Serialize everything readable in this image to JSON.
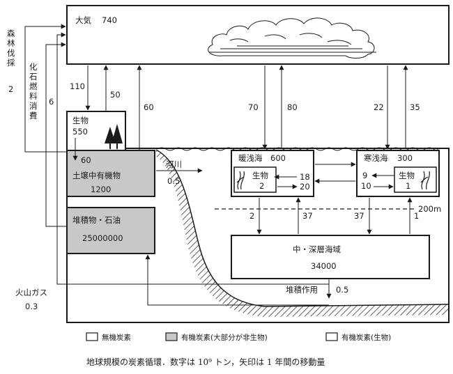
{
  "atmosphere": {
    "label": "大気",
    "value": "740"
  },
  "deforestation": {
    "label": "森林伐採",
    "value": "2"
  },
  "fossil_fuel": {
    "label": "化石燃料消費",
    "value": "6"
  },
  "biota": {
    "label": "生物",
    "value": "550"
  },
  "soil": {
    "label": "土壌中有機物",
    "value": "1200"
  },
  "sediment": {
    "label": "堆積物・石油",
    "value": "25000000"
  },
  "volcanic": {
    "label": "火山ガス",
    "value": "0.3"
  },
  "river": {
    "label": "河川",
    "value": "0.5"
  },
  "warm_sea": {
    "label": "暖浅海",
    "value": "600",
    "bio_label": "生物",
    "bio_value": "2"
  },
  "cold_sea": {
    "label": "寒浅海",
    "value": "300",
    "bio_label": "生物",
    "bio_value": "1"
  },
  "deep_sea": {
    "label": "中・深層海域",
    "value": "34000"
  },
  "deposition": {
    "label": "堆積作用",
    "value": "0.5"
  },
  "depth_label": "200m",
  "flows": {
    "f110": "110",
    "f50": "50",
    "f60_atm": "60",
    "f60_soil": "60",
    "f70": "70",
    "f80": "80",
    "f22": "22",
    "f35": "35",
    "f18": "18",
    "f20": "20",
    "f9": "9",
    "f10": "10",
    "f2_down": "2",
    "f37_up": "37",
    "f37_down": "37",
    "f1_up": "1"
  },
  "legend": [
    {
      "label": "無機炭素",
      "color": "#ffffff"
    },
    {
      "label": "有機炭素(大部分が非生物)",
      "color": "#c8c8c8"
    },
    {
      "label": "有機炭素(生物)",
      "color": "#ffffff"
    }
  ],
  "caption": "地球規模の炭素循環．数字は 10⁹ トン，矢印は 1 年間の移動量"
}
